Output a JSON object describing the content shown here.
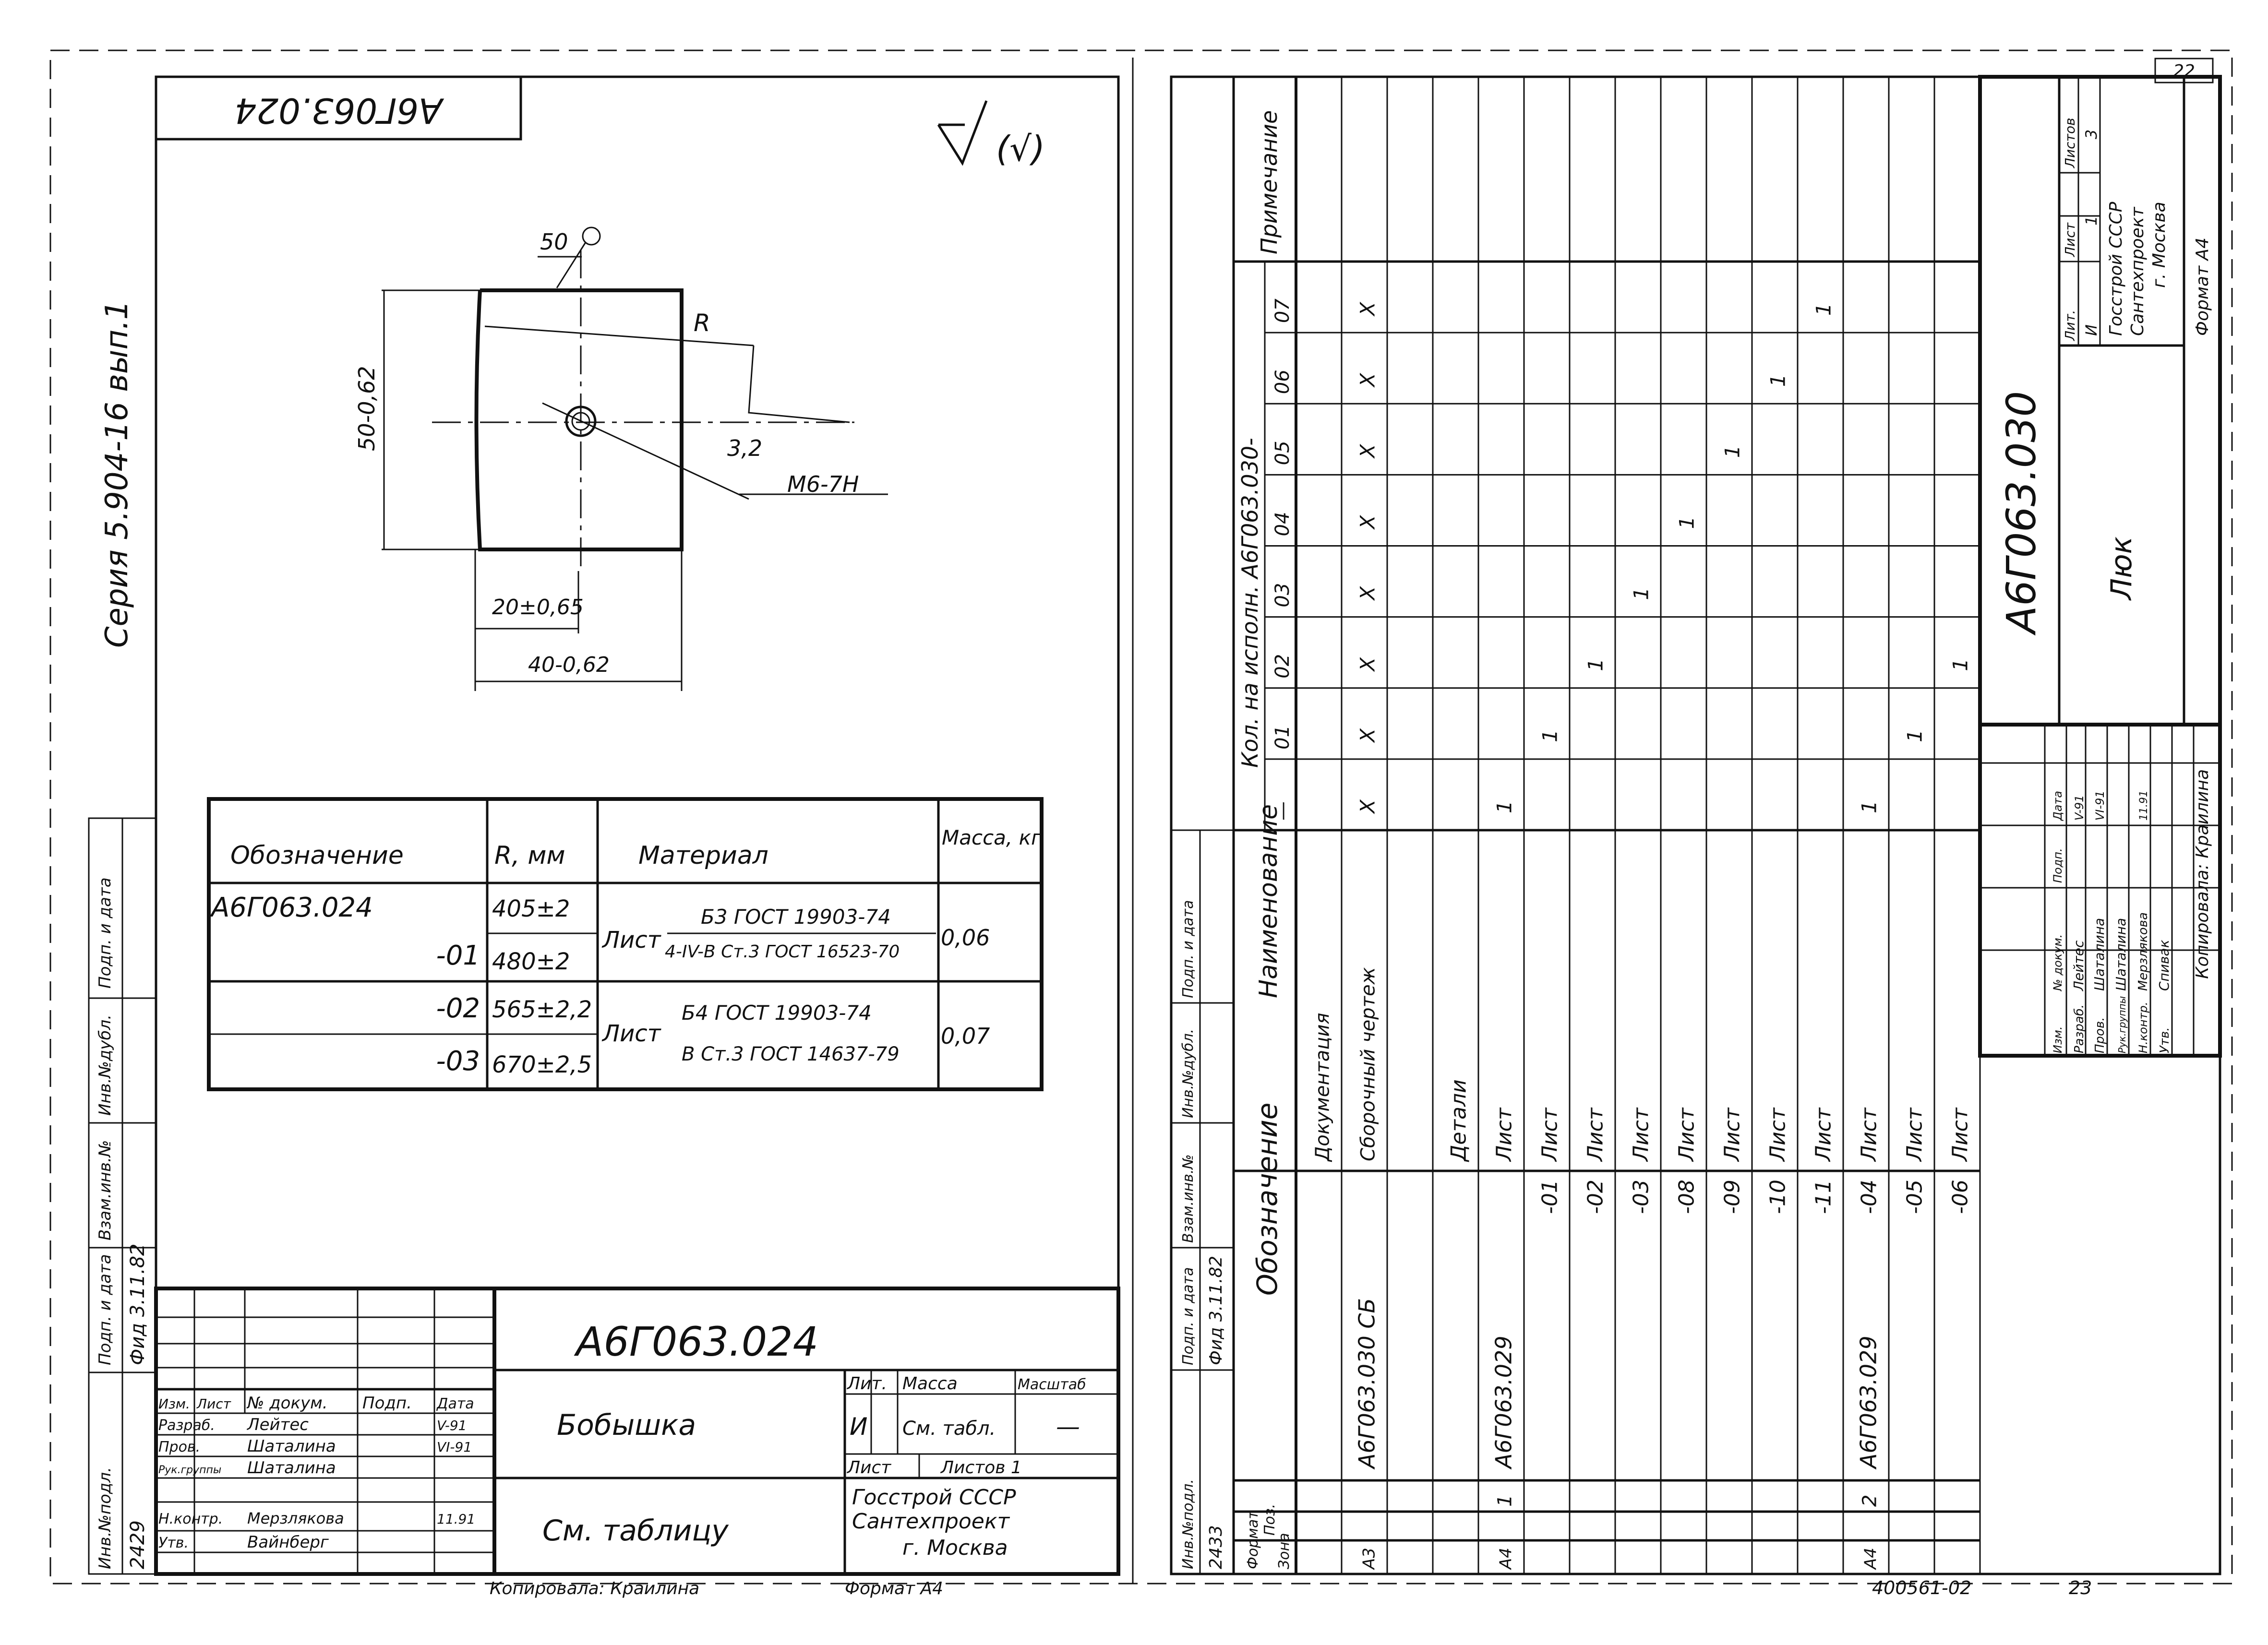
{
  "sheet_number_top": "22",
  "series_text": "Серия 5.904-16 вып.1",
  "left_sidebar": [
    "Инв.№подл.",
    "Подп. и дата",
    "Взам.инв.№",
    "Инв.№дубл.",
    "Подп. и дата"
  ],
  "sidebar_signature": "Фид 3.11.82",
  "sidebar_number": "2429",
  "left_drawing": {
    "code_box": "А6Г063.024",
    "roughness": "(√)",
    "roughness_value": "50",
    "dim_height": "50-0,62",
    "dim_radius": "R",
    "dim_thread": "М6-7Н",
    "dim_chamfer": "3,2",
    "dim_small": "20±0,65",
    "dim_width": "40-0,62",
    "table": {
      "headers": [
        "Обозначение",
        "R, мм",
        "Материал",
        "Масса, кг"
      ],
      "rows": [
        {
          "designation": "А6Г063.024",
          "r": "405±2"
        },
        {
          "designation": "-01",
          "r": "480±2"
        },
        {
          "designation": "-02",
          "r": "565±2,2"
        },
        {
          "designation": "-03",
          "r": "670±2,5"
        }
      ],
      "material_groups": [
        {
          "label": "Лист",
          "line1": "Б3 ГОСТ 19903-74",
          "line2": "4-IV-В Ст.3 ГОСТ 16523-70",
          "mass": "0,06"
        },
        {
          "label": "Лист",
          "line1": "Б4 ГОСТ 19903-74",
          "line2": "В Ст.3 ГОСТ 14637-79",
          "mass": "0,07"
        }
      ]
    },
    "title_block": {
      "code": "А6Г063.024",
      "name": "Бобышка",
      "material": "См. таблицу",
      "col_headers": [
        "Изм.",
        "Лист",
        "№ докум.",
        "Подп.",
        "Дата"
      ],
      "people": [
        {
          "role": "Разраб.",
          "name": "Лейтес",
          "date": "V-91"
        },
        {
          "role": "Пров.",
          "name": "Шаталина",
          "date": "VI-91"
        },
        {
          "role": "Рук.группы",
          "name": "Шаталина",
          "date": ""
        },
        {
          "role": "Н.контр.",
          "name": "Мерзлякова",
          "date": "11.91"
        },
        {
          "role": "Утв.",
          "name": "Вайнберг",
          "date": ""
        }
      ],
      "lit_label": "Лит.",
      "lit_value": "И",
      "mass_label": "Масса",
      "mass_value": "См. табл.",
      "scale_label": "Масштаб",
      "scale_value": "—",
      "sheet_label": "Лист",
      "sheets_label": "Листов 1",
      "org_line1": "Госстрой СССР",
      "org_line2": "Сантехпроект",
      "org_line3": "г. Москва"
    },
    "footer_copied": "Копировала: Краилина",
    "footer_format": "Формат А4"
  },
  "right_spec": {
    "col_headers": {
      "format": "Формат",
      "zone": "Зона",
      "pos": "Поз.",
      "designation": "Обозначение",
      "name": "Наименование",
      "qty": "Кол. на исполн. А6Г063.030-",
      "note": "Примечание"
    },
    "qty_columns": [
      "—",
      "01",
      "02",
      "03",
      "04",
      "05",
      "06",
      "07"
    ],
    "rows": [
      {
        "format": "",
        "pos": "",
        "designation": "",
        "name": "Документация",
        "qty": [
          "",
          "",
          "",
          "",
          "",
          "",
          "",
          ""
        ]
      },
      {
        "format": "А3",
        "pos": "",
        "designation": "А6Г063.030 СБ",
        "name": "Сборочный чертеж",
        "qty": [
          "X",
          "X",
          "X",
          "X",
          "X",
          "X",
          "X",
          "X"
        ]
      },
      {
        "format": "",
        "pos": "",
        "designation": "",
        "name": "",
        "qty": [
          "",
          "",
          "",
          "",
          "",
          "",
          "",
          ""
        ]
      },
      {
        "format": "",
        "pos": "",
        "designation": "",
        "name": "Детали",
        "qty": [
          "",
          "",
          "",
          "",
          "",
          "",
          "",
          ""
        ]
      },
      {
        "format": "А4",
        "pos": "1",
        "designation": "А6Г063.029",
        "name": "Лист",
        "qty": [
          "1",
          "",
          "",
          "",
          "",
          "",
          "",
          ""
        ]
      },
      {
        "format": "",
        "pos": "",
        "designation": "-01",
        "name": "Лист",
        "qty": [
          "",
          "1",
          "",
          "",
          "",
          "",
          "",
          ""
        ]
      },
      {
        "format": "",
        "pos": "",
        "designation": "-02",
        "name": "Лист",
        "qty": [
          "",
          "",
          "1",
          "",
          "",
          "",
          "",
          ""
        ]
      },
      {
        "format": "",
        "pos": "",
        "designation": "-03",
        "name": "Лист",
        "qty": [
          "",
          "",
          "",
          "1",
          "",
          "",
          "",
          ""
        ]
      },
      {
        "format": "",
        "pos": "",
        "designation": "-08",
        "name": "Лист",
        "qty": [
          "",
          "",
          "",
          "",
          "1",
          "",
          "",
          ""
        ]
      },
      {
        "format": "",
        "pos": "",
        "designation": "-09",
        "name": "Лист",
        "qty": [
          "",
          "",
          "",
          "",
          "",
          "1",
          "",
          ""
        ]
      },
      {
        "format": "",
        "pos": "",
        "designation": "-10",
        "name": "Лист",
        "qty": [
          "",
          "",
          "",
          "",
          "",
          "",
          "1",
          ""
        ]
      },
      {
        "format": "",
        "pos": "",
        "designation": "-11",
        "name": "Лист",
        "qty": [
          "",
          "",
          "",
          "",
          "",
          "",
          "",
          "1"
        ]
      },
      {
        "format": "А4",
        "pos": "2",
        "designation": "А6Г063.029",
        "name": "Лист",
        "designation_suffix": "-04",
        "qty": [
          "1",
          "",
          "",
          "",
          "",
          "",
          "",
          ""
        ]
      },
      {
        "format": "",
        "pos": "",
        "designation": "-05",
        "name": "Лист",
        "qty": [
          "",
          "1",
          "",
          "",
          "",
          "",
          "",
          ""
        ]
      },
      {
        "format": "",
        "pos": "",
        "designation": "-06",
        "name": "Лист",
        "qty": [
          "",
          "",
          "1",
          "",
          "",
          "",
          "",
          ""
        ]
      }
    ],
    "title_block": {
      "code": "А6Г063.030",
      "name": "Люк",
      "col_headers": [
        "Изм.",
        "Лист",
        "№ докум.",
        "Подп.",
        "Дата"
      ],
      "people": [
        {
          "role": "Разраб.",
          "name": "Лейтес",
          "date": "V-91"
        },
        {
          "role": "Пров.",
          "name": "Шаталина",
          "date": "VI-91"
        },
        {
          "role": "Рук.группы",
          "name": "Шаталина",
          "date": ""
        },
        {
          "role": "Н.контр.",
          "name": "Мерзлякова",
          "date": "11.91"
        },
        {
          "role": "Утв.",
          "name": "Спивак",
          "date": ""
        }
      ],
      "lit_label": "Лит.",
      "lit_value": "И",
      "sheet_label": "Лист",
      "sheet_value": "1",
      "sheets_label": "Листов",
      "sheets_value": "3",
      "org_line1": "Госстрой СССР",
      "org_line2": "Сантехпроект",
      "org_line3": "г. Москва",
      "format": "Формат А4"
    },
    "sidebar_signature": "Фид 3.11.82",
    "sidebar_number": "2433",
    "footer_copied": "Копировала: Краилина",
    "footer_code": "400561-02",
    "footer_page": "23"
  }
}
